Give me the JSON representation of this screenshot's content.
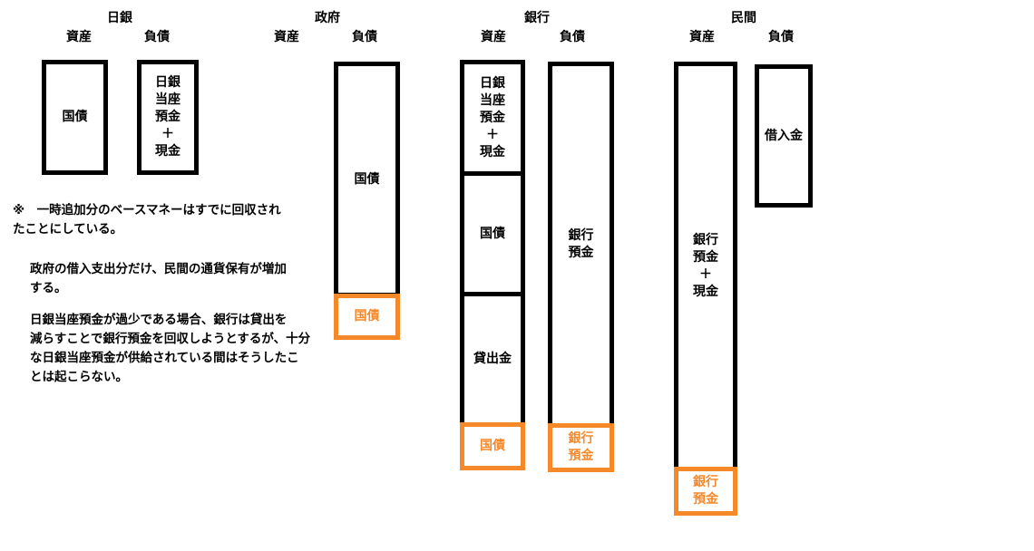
{
  "colors": {
    "outline": "#000000",
    "added": "#f5892a"
  },
  "boj": {
    "title": "日銀",
    "assets_label": "資産",
    "liabilities_label": "負債",
    "asset_box": "国債",
    "liability_box": "日銀\n当座\n預金\n＋\n現金"
  },
  "government": {
    "title": "政府",
    "assets_label": "資産",
    "liabilities_label": "負債",
    "liability_box": "国債",
    "added_liability": "国債"
  },
  "bank": {
    "title": "銀行",
    "assets_label": "資産",
    "liabilities_label": "負債",
    "asset_boxes": [
      "日銀\n当座\n預金\n＋\n現金",
      "国債",
      "貸出金"
    ],
    "added_asset": "国債",
    "liability_box": "銀行\n預金",
    "added_liability": "銀行\n預金"
  },
  "private": {
    "title": "民間",
    "assets_label": "資産",
    "liabilities_label": "負債",
    "asset_box": "銀行\n預金\n＋\n現金",
    "added_asset": "銀行\n預金",
    "liability_box": "借入金"
  },
  "notes": {
    "note1": "※　一時追加分のベースマネーはすでに回収され\nたことにしている。",
    "note2": "政府の借入支出分だけ、民間の通貨保有が増加\nする。",
    "note3": "日銀当座預金が過少である場合、銀行は貸出を\n減らすことで銀行預金を回収しようとするが、十分\nな日銀当座預金が供給されている間はそうしたこ\nとは起こらない。"
  }
}
